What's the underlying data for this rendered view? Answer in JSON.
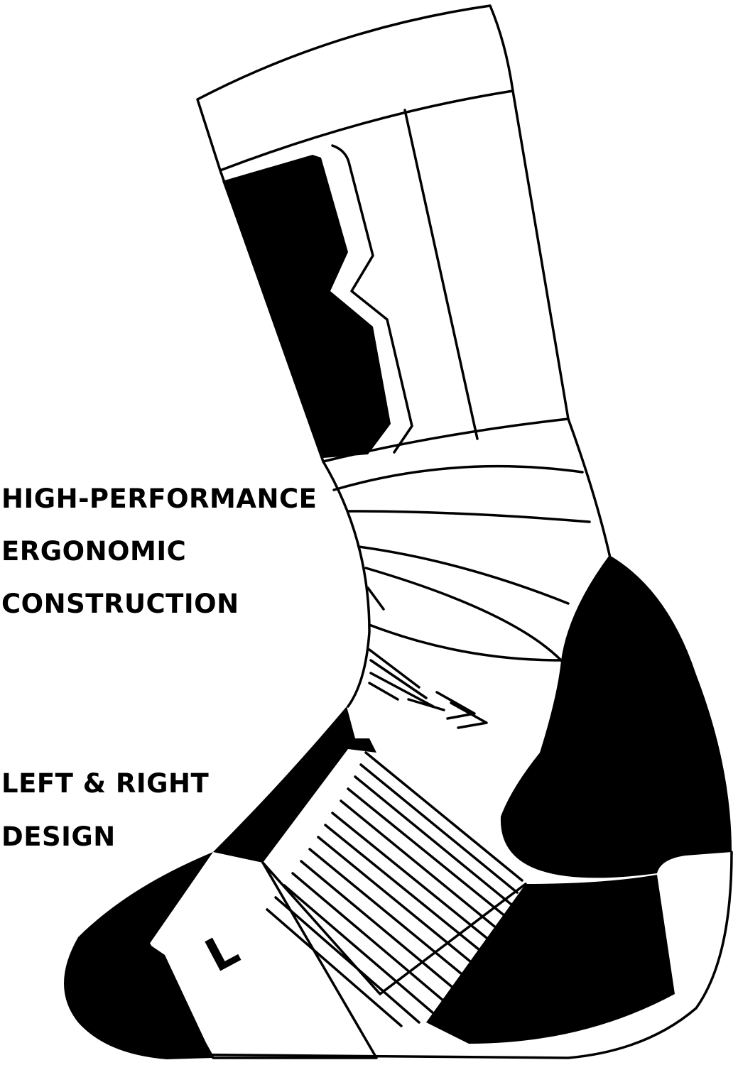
{
  "features": [
    {
      "lines": [
        "HIGH-PERFORMANCE",
        "ERGONOMIC",
        "CONSTRUCTION"
      ]
    },
    {
      "lines": [
        "LEFT & RIGHT",
        "DESIGN"
      ]
    }
  ],
  "sock": {
    "side_marker": "L"
  },
  "colors": {
    "background": "#ffffff",
    "ink": "#000000"
  }
}
